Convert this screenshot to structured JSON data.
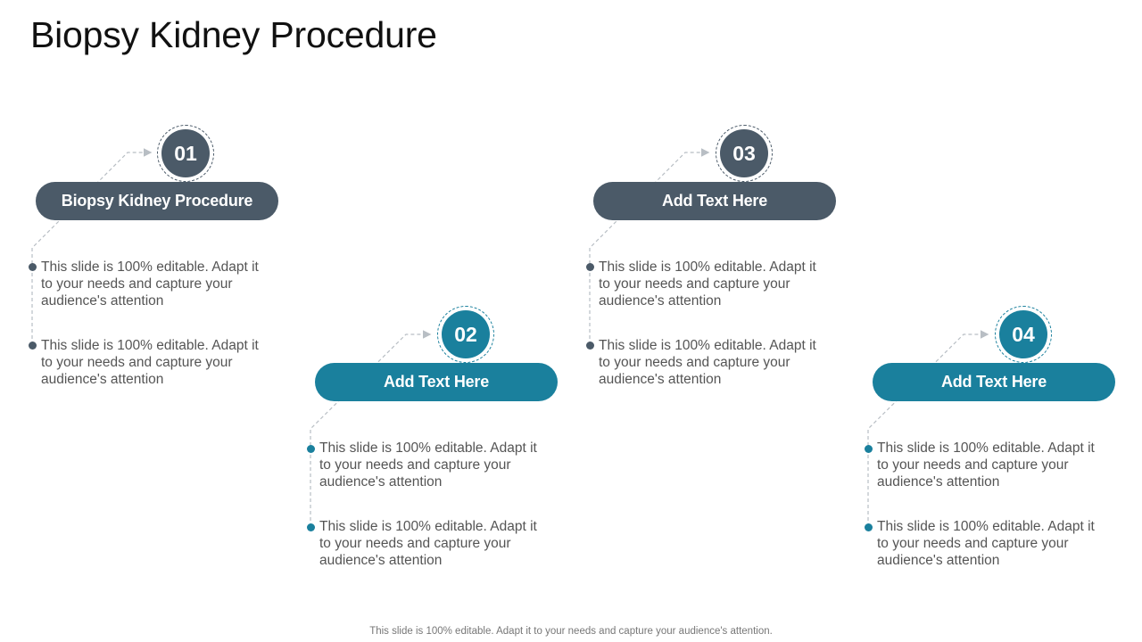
{
  "title": "Biopsy Kidney Procedure",
  "colors": {
    "dark": "#4b5a68",
    "teal": "#1a809d",
    "connector": "#b8bec4"
  },
  "steps": [
    {
      "number": "01",
      "label": "Biopsy Kidney Procedure",
      "color": "dark",
      "bullets": [
        "This slide is 100% editable. Adapt it to your needs and capture your audience's attention",
        "This slide is 100% editable. Adapt it to your needs and capture your audience's attention"
      ]
    },
    {
      "number": "02",
      "label": "Add Text Here",
      "color": "teal",
      "bullets": [
        "This slide is 100% editable. Adapt it to your needs and capture your audience's attention",
        "This slide is 100% editable. Adapt it to your needs and capture your audience's attention"
      ]
    },
    {
      "number": "03",
      "label": "Add Text Here",
      "color": "dark",
      "bullets": [
        "This slide is 100% editable. Adapt it to your needs and capture your audience's attention",
        "This slide is 100% editable. Adapt it to your needs and capture your audience's attention"
      ]
    },
    {
      "number": "04",
      "label": "Add Text Here",
      "color": "teal",
      "bullets": [
        "This slide is 100% editable. Adapt it to your needs and capture your audience's attention",
        "This slide is 100% editable. Adapt it to your needs and capture your audience's attention"
      ]
    }
  ],
  "footer": "This slide is 100% editable. Adapt it to your needs and capture your audience's attention."
}
